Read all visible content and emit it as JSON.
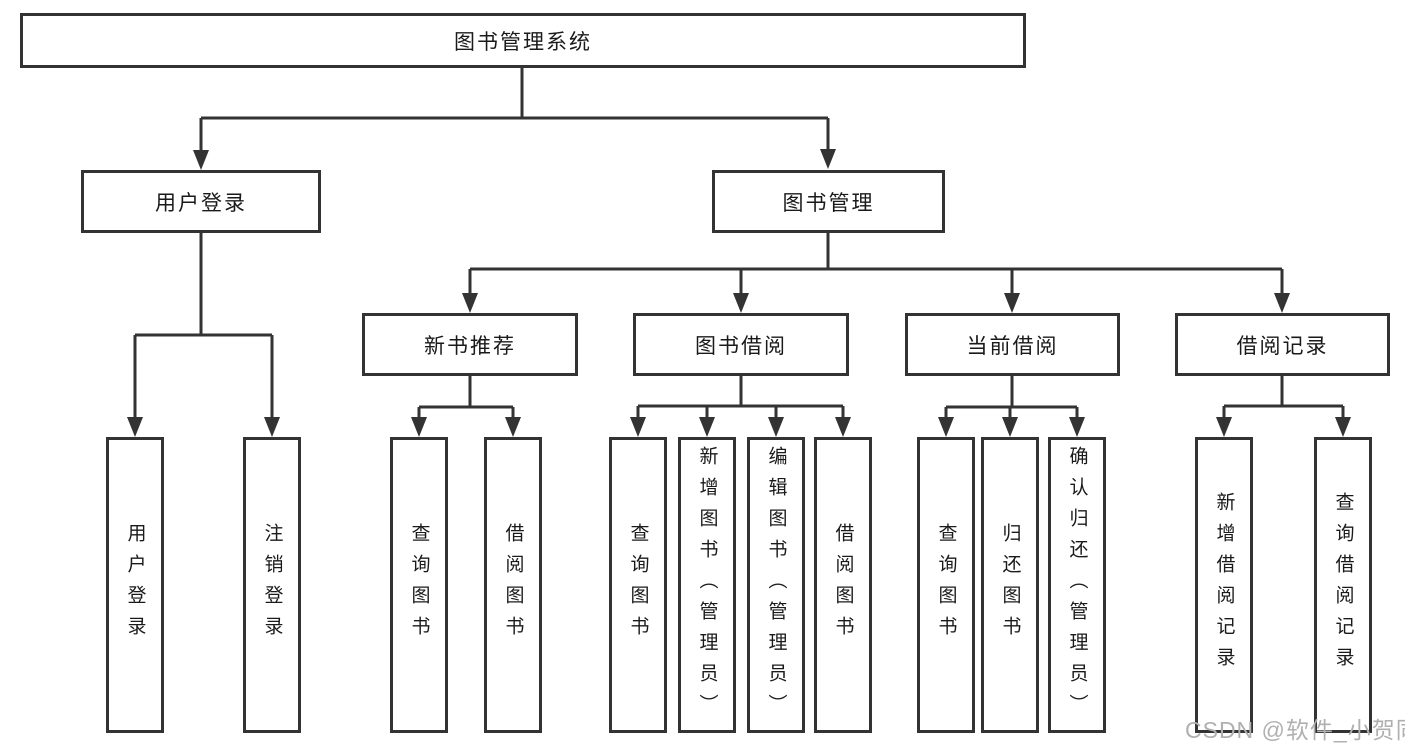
{
  "title": "图书管理系统",
  "tree": {
    "root": {
      "label": "图书管理系统"
    },
    "branches": [
      {
        "label": "用户登录",
        "children": [
          {
            "label": "用户登录"
          },
          {
            "label": "注销登录"
          }
        ]
      },
      {
        "label": "图书管理",
        "children": [
          {
            "label": "新书推荐",
            "children": [
              {
                "label": "查询图书"
              },
              {
                "label": "借阅图书"
              }
            ]
          },
          {
            "label": "图书借阅",
            "children": [
              {
                "label": "查询图书"
              },
              {
                "label": "新增图书（管理员）"
              },
              {
                "label": "编辑图书（管理员）"
              },
              {
                "label": "借阅图书"
              }
            ]
          },
          {
            "label": "当前借阅",
            "children": [
              {
                "label": "查询图书"
              },
              {
                "label": "归还图书"
              },
              {
                "label": "确认归还（管理员）"
              }
            ]
          },
          {
            "label": "借阅记录",
            "children": [
              {
                "label": "新增借阅记录"
              },
              {
                "label": "查询借阅记录"
              }
            ]
          }
        ]
      }
    ]
  },
  "watermark": {
    "text": "CSDN @软件_小贺同学"
  },
  "colors": {
    "line": "#333333",
    "box_border": "#333333",
    "box_fill": "#ffffff",
    "text": "#1a1a1a",
    "watermark": "#b0b0b0",
    "background": "#ffffff"
  }
}
